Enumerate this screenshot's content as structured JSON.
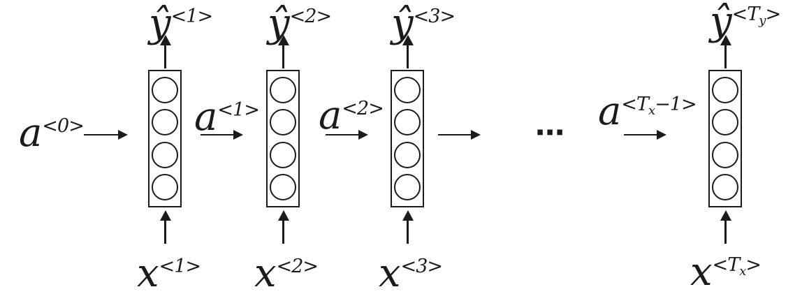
{
  "diagram": {
    "name": "unrolled-recurrent-neural-network",
    "colors": {
      "background": "#ffffff",
      "stroke": "#1b1b1b"
    },
    "structure": {
      "cell_count": 4,
      "units_per_cell": 4
    },
    "ellipsis": "⋯",
    "labels": {
      "a0": {
        "base": "a",
        "sup": "<0>"
      },
      "a1": {
        "base": "a",
        "sup": "<1>"
      },
      "a2": {
        "base": "a",
        "sup": "<2>"
      },
      "aTxm1": {
        "base": "a",
        "sup_pre": "<",
        "sup_T": "T",
        "sup_sub": "x",
        "sup_post": "−1>"
      },
      "y1": {
        "base": "ŷ",
        "sup": "<1>"
      },
      "y2": {
        "base": "ŷ",
        "sup": "<2>"
      },
      "y3": {
        "base": "ŷ",
        "sup": "<3>"
      },
      "yTy": {
        "base": "ŷ",
        "sup_pre": "<",
        "sup_T": "T",
        "sup_sub": "y",
        "sup_post": ">"
      },
      "x1": {
        "base": "x",
        "sup": "<1>"
      },
      "x2": {
        "base": "x",
        "sup": "<2>"
      },
      "x3": {
        "base": "x",
        "sup": "<3>"
      },
      "xTx": {
        "base": "x",
        "sup_pre": "<",
        "sup_T": "T",
        "sup_sub": "x",
        "sup_post": ">"
      }
    }
  }
}
